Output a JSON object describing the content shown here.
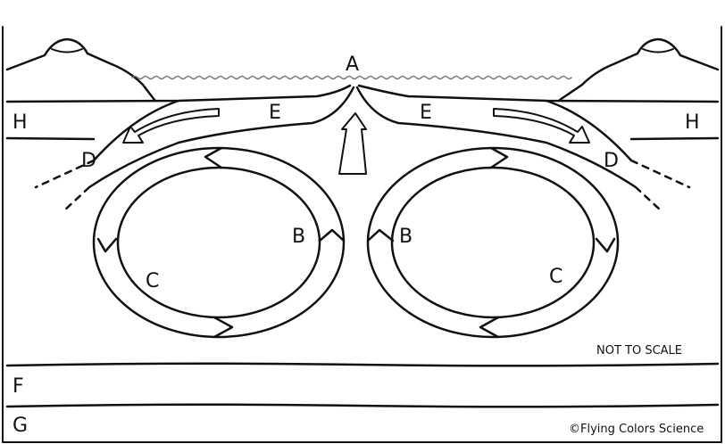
{
  "labels": {
    "A": "A",
    "B_left": "B",
    "B_right": "B",
    "C_left": "C",
    "C_right": "C",
    "D_left": "D",
    "D_right": "D",
    "E_left": "E",
    "E_right": "E",
    "H_left": "H",
    "H_right": "H",
    "F": "F",
    "G": "G"
  },
  "note": "NOT TO SCALE",
  "credit": "©Flying Colors Science"
}
